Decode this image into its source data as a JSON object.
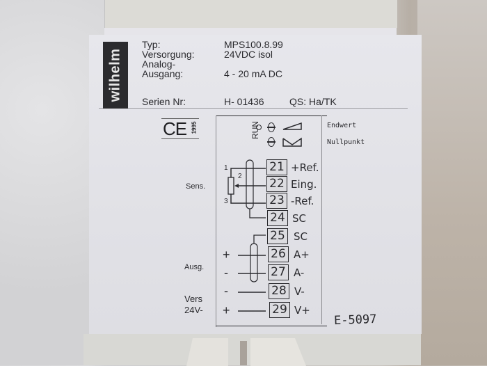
{
  "header": {
    "logo": "wilhelm",
    "fields": [
      {
        "label": "Typ:",
        "value": "MPS100.8.99"
      },
      {
        "label": "Versorgung:",
        "value": "24VDC isol"
      },
      {
        "label": "Analog-",
        "value": ""
      },
      {
        "label": "Ausgang:",
        "value": "4 - 20 mA DC"
      }
    ],
    "serial_label": "Serien Nr:",
    "serial_value": "H- 01436",
    "qs": "QS: Ha/TK"
  },
  "ce": {
    "mark": "CE",
    "year": "1995"
  },
  "indicators": {
    "run": "RUN",
    "endwert": "Endwert",
    "nullpunkt": "Nullpunkt"
  },
  "groups": {
    "sens": "Sens.",
    "ausg": "Ausg.",
    "vers": "Vers",
    "vers_v": "24V-"
  },
  "pot_pins": [
    "1",
    "2",
    "3"
  ],
  "terminals": [
    {
      "num": "21",
      "label": "+Ref."
    },
    {
      "num": "22",
      "label": "Eing."
    },
    {
      "num": "23",
      "label": "-Ref."
    },
    {
      "num": "24",
      "label": "SC"
    },
    {
      "num": "25",
      "label": "SC"
    },
    {
      "num": "26",
      "label": "A+"
    },
    {
      "num": "27",
      "label": "A-"
    },
    {
      "num": "28",
      "label": "V-"
    },
    {
      "num": "29",
      "label": "V+"
    }
  ],
  "signs": {
    "a_plus": "+",
    "a_minus": "-",
    "v_minus": "-",
    "v_plus": "+"
  },
  "code": "E-5097"
}
